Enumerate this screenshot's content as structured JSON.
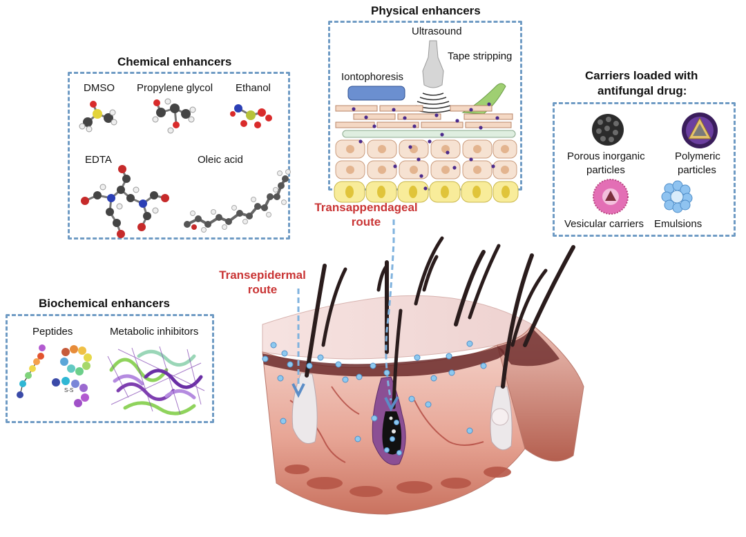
{
  "chemical": {
    "title": "Chemical enhancers",
    "labels": {
      "dmso": "DMSO",
      "propylene_glycol": "Propylene glycol",
      "ethanol": "Ethanol",
      "edta": "EDTA",
      "oleic_acid": "Oleic acid"
    }
  },
  "physical": {
    "title": "Physical enhancers",
    "labels": {
      "ultrasound": "Ultrasound",
      "tape_stripping": "Tape stripping",
      "iontophoresis": "Iontophoresis"
    }
  },
  "carriers": {
    "title_line1": "Carriers loaded with",
    "title_line2": "antifungal drug:",
    "labels": {
      "porous_line1": "Porous inorganic",
      "porous_line2": "particles",
      "polymeric_line1": "Polymeric",
      "polymeric_line2": "particles",
      "vesicular": "Vesicular carriers",
      "emulsions": "Emulsions"
    }
  },
  "biochemical": {
    "title": "Biochemical enhancers",
    "labels": {
      "peptides": "Peptides",
      "metabolic_inhibitors": "Metabolic inhibitors"
    }
  },
  "routes": {
    "transappendageal_line1": "Transappendageal",
    "transappendageal_line2": "route",
    "transepidermal_line1": "Transepidermal",
    "transepidermal_line2": "route"
  },
  "colors": {
    "dashed_border": "#6f9bc4",
    "route_text": "#c93434",
    "particle": "#8ec9ef",
    "drug_dot": "#4b2a8c"
  }
}
